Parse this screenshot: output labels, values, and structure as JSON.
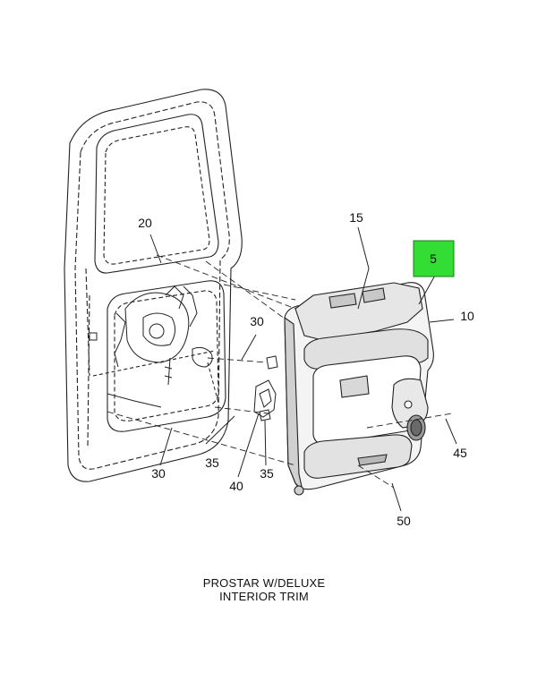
{
  "callouts": {
    "c5": "5",
    "c10": "10",
    "c15": "15",
    "c20": "20",
    "c30_mid": "30",
    "c30_bottom": "30",
    "c35_left": "35",
    "c35_right": "35",
    "c40": "40",
    "c45": "45",
    "c50": "50"
  },
  "caption": {
    "line1": "PROSTAR W/DELUXE",
    "line2": "INTERIOR TRIM"
  },
  "colors": {
    "highlight": "#33dd33",
    "highlight_border": "#1a7a1a",
    "line": "#222222",
    "panel_fill": "#f4f4f4",
    "panel_dark": "#c8c8c8"
  }
}
